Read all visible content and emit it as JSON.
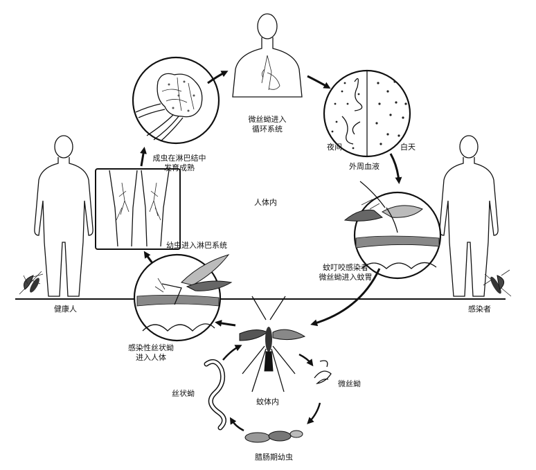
{
  "labels": {
    "circulation": [
      "微丝蚴进入",
      "循环系统"
    ],
    "night": "夜间",
    "day": "白天",
    "peripheral_blood": "外周血液",
    "adult_in_lymph": [
      "成虫在淋巴结中",
      "发育成熟"
    ],
    "in_human": "人体内",
    "larvae_lymph": "幼虫进入淋巴系统",
    "mosquito_bite": [
      "蚊叮咬感染者",
      "微丝蚴进入蚊胃"
    ],
    "healthy_person": "健康人",
    "infected_person": "感染者",
    "infective_larva": [
      "感染性丝状蚴",
      "进入人体"
    ],
    "filariform": "丝状蚴",
    "microfilaria": "微丝蚴",
    "in_mosquito": "蚊体内",
    "sausage_larva": "腊肠期幼虫"
  }
}
